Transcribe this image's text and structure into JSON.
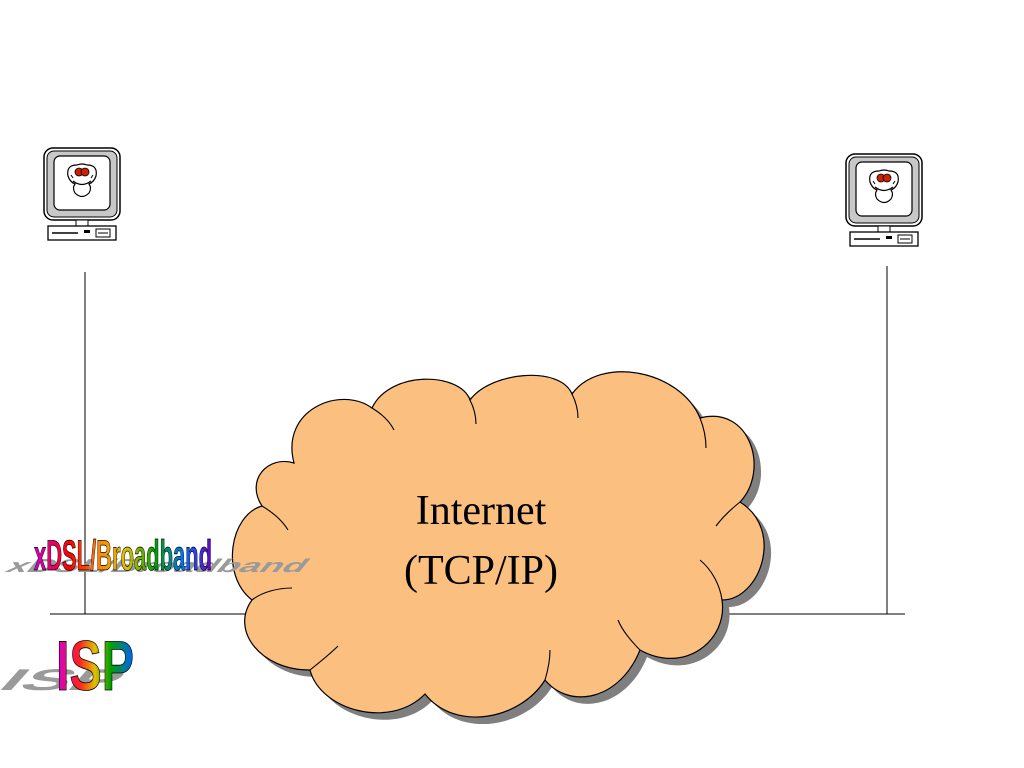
{
  "diagram": {
    "cloud": {
      "line1": "Internet",
      "line2": "(TCP/IP)",
      "fill": "#FBBF80",
      "stroke": "#000000",
      "shadow": "#7F7F7F"
    },
    "labels": {
      "broadband": "xDSL/Broadband",
      "isp": "ISP"
    },
    "nodes": {
      "left_computer": "computer-icon",
      "right_computer": "computer-icon"
    },
    "colors": {
      "line": "#000000",
      "wordart_shadow": "#9A9A9A",
      "rainbow": [
        "#D100D1",
        "#FF0000",
        "#FF8C00",
        "#E0C000",
        "#00A000",
        "#0070FF",
        "#6A00C0"
      ]
    }
  }
}
